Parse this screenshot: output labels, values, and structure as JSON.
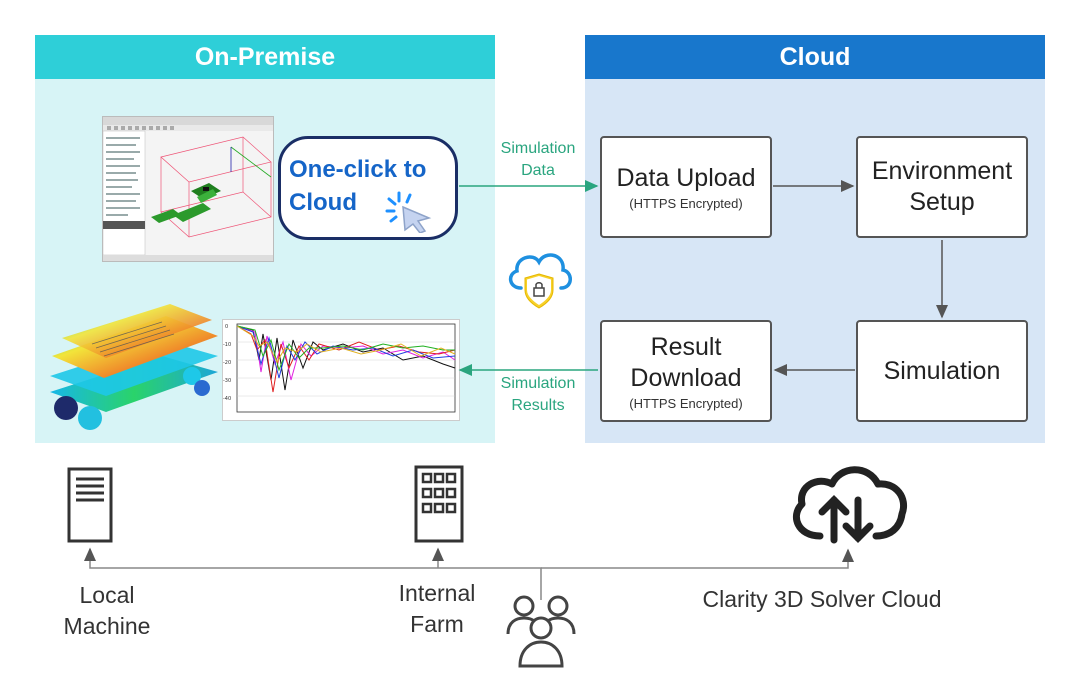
{
  "regions": {
    "on_premise": {
      "title": "On-Premise",
      "color": "#2ecfd8"
    },
    "cloud": {
      "title": "Cloud",
      "color": "#1877cc"
    }
  },
  "one_click": {
    "line1": "One-click to",
    "line2": "Cloud",
    "color": "#1565c8"
  },
  "flow_labels": {
    "upload_line1": "Simulation",
    "upload_line2": "Data",
    "download_line1": "Simulation",
    "download_line2": "Results",
    "color": "#2aa57f"
  },
  "steps": {
    "data_upload": {
      "label": "Data Upload",
      "note": "(HTTPS Encrypted)"
    },
    "environment_setup": {
      "line1": "Environment",
      "line2": "Setup"
    },
    "simulation": {
      "label": "Simulation"
    },
    "result_download": {
      "line1": "Result",
      "line2": "Download",
      "note": "(HTTPS Encrypted)"
    }
  },
  "resources": {
    "local_machine": {
      "line1": "Local",
      "line2": "Machine",
      "icon": "server-tower-icon"
    },
    "internal_farm": {
      "line1": "Internal",
      "line2": "Farm",
      "icon": "building-icon"
    },
    "cloud_solver": {
      "label": "Clarity 3D Solver Cloud",
      "icon": "cloud-upload-download-icon"
    }
  },
  "users_icon": "users-group-icon",
  "security_icon": "secure-cloud-shield-icon"
}
